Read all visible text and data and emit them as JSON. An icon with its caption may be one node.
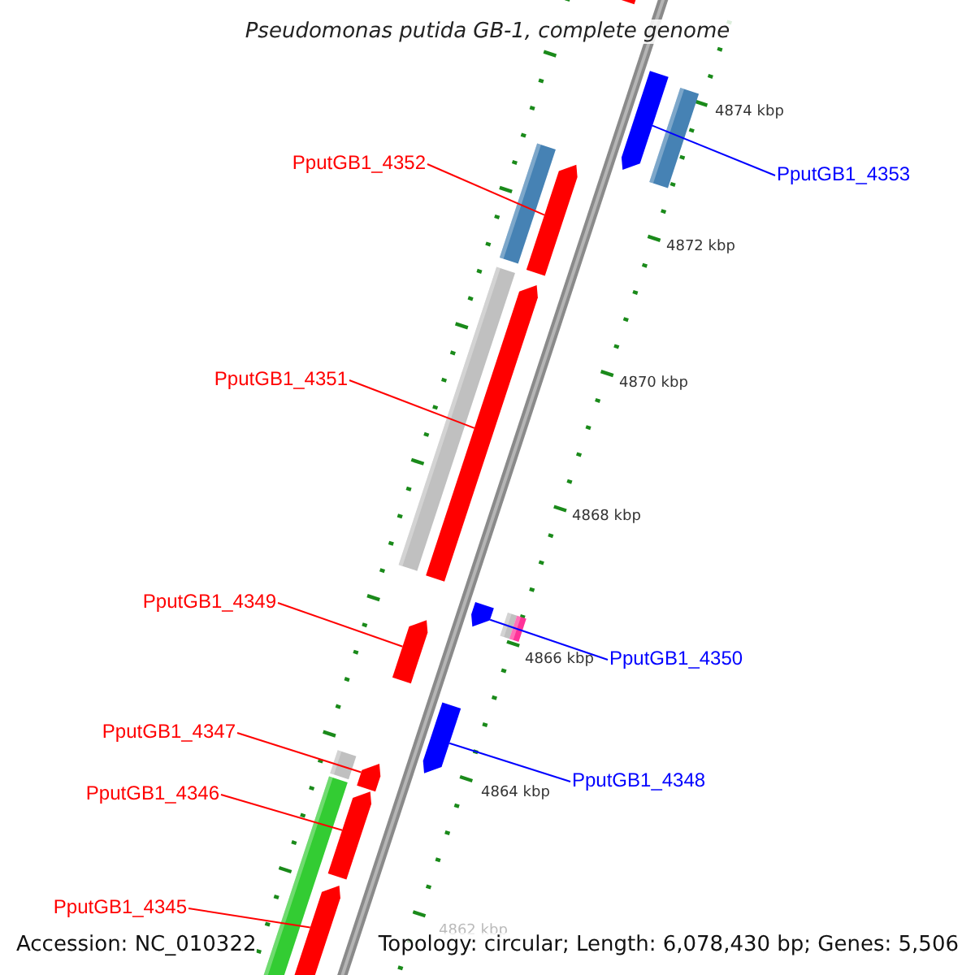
{
  "diagram": {
    "title": "Pseudomonas putida GB-1, complete genome",
    "nodes": [
      {
        "text": [
          "PputGB1_4352"
        ]
      },
      {
        "text": [
          "PputGB1_4353"
        ]
      },
      {
        "text": [
          "PputGB1_4351"
        ]
      },
      {
        "text": [
          "PputGB1_4349"
        ]
      },
      {
        "text": [
          "PputGB1_4350"
        ]
      },
      {
        "text": [
          "PputGB1_4347"
        ]
      },
      {
        "text": [
          "PputGB1_4348"
        ]
      },
      {
        "text": [
          "PputGB1_4346"
        ]
      },
      {
        "text": [
          "PputGB1_4345"
        ]
      },
      {
        "text": [],
        "shape": "bar"
      },
      {
        "text": [],
        "shape": "bar"
      },
      {
        "text": [],
        "shape": "bar"
      },
      {
        "text": [],
        "shape": "bar"
      },
      {
        "text": [],
        "shape": "bar"
      },
      {
        "text": [],
        "shape": "bar"
      },
      {
        "text": [],
        "shape": "bar"
      },
      {
        "text": [],
        "shape": "bar"
      },
      {
        "text": [],
        "shape": "bar"
      },
      {
        "text": [],
        "shape": "bar"
      }
    ],
    "edges": [
      {
        "from": 0,
        "to": 10,
        "arrow": "none"
      },
      {
        "from": 1,
        "to": 11,
        "arrow": "none",
        "color": "#0000ff"
      },
      {
        "from": 2,
        "to": 12,
        "arrow": "none"
      },
      {
        "from": 3,
        "to": 13,
        "arrow": "none"
      },
      {
        "from": 4,
        "to": 14,
        "arrow": "none",
        "color": "#0000ff"
      },
      {
        "from": 5,
        "to": 15,
        "arrow": "none"
      },
      {
        "from": 6,
        "to": 16,
        "arrow": "none",
        "color": "#0000ff"
      },
      {
        "from": 7,
        "to": 17,
        "arrow": "none"
      },
      {
        "from": 8,
        "to": 18,
        "arrow": "none"
      }
    ],
    "labels": [
      "4874 kbp",
      "4872 kbp",
      "4870 kbp",
      "4868 kbp",
      "4866 kbp",
      "4864 kbp",
      "4862 kbp",
      "Accession: NC_010322",
      "Topology: circular; Length: 6,078,430 bp; Genes: 5,506"
    ]
  }
}
